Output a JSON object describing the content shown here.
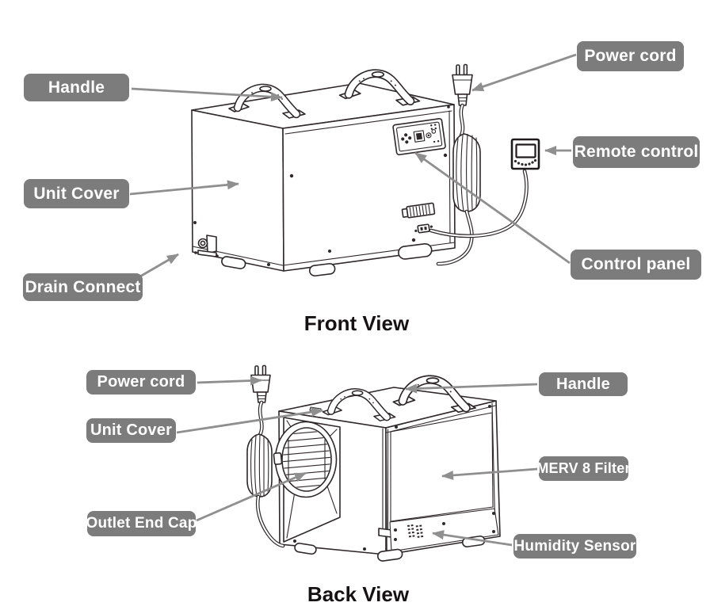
{
  "front_view": {
    "title": "Front View",
    "labels": {
      "handle": "Handle",
      "power_cord": "Power cord",
      "remote_control": "Remote control",
      "unit_cover": "Unit Cover",
      "control_panel": "Control panel",
      "drain_connect": "Drain Connect"
    }
  },
  "back_view": {
    "title": "Back View",
    "labels": {
      "power_cord": "Power cord",
      "unit_cover": "Unit Cover",
      "outlet_end_cap": "Outlet End Cap",
      "handle": "Handle",
      "merv_8_filter": "MERV 8 Filter",
      "humidity_sensor": "Humidity Sensor"
    }
  },
  "colors": {
    "label_background": "#7c7c7c",
    "label_text": "#ffffff",
    "line_art": "#2e282b",
    "leader_line": "#8f8f8f",
    "title_text": "#161214"
  }
}
